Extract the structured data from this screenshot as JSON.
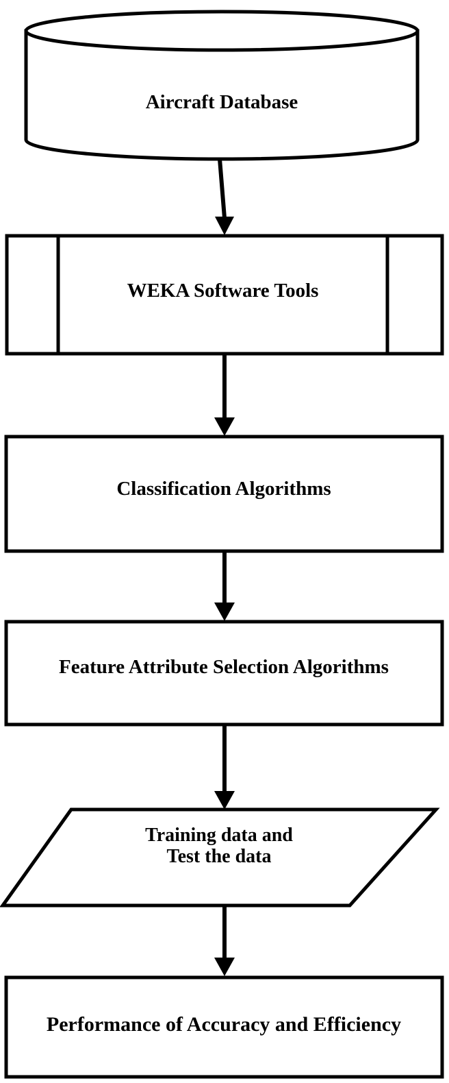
{
  "diagram": {
    "title": "Aircraft data mining workflow flowchart",
    "stroke_color": "#000000",
    "fill_color": "#ffffff",
    "text_color": "#000000",
    "nodes": [
      {
        "id": "aircraft-database",
        "shape": "cylinder",
        "label": "Aircraft Database"
      },
      {
        "id": "weka-software-tools",
        "shape": "predefined-process",
        "label": "WEKA Software Tools"
      },
      {
        "id": "classification-algorithms",
        "shape": "rectangle",
        "label": "Classification Algorithms"
      },
      {
        "id": "feature-attribute-selection-algorithms",
        "shape": "rectangle",
        "label": "Feature Attribute Selection Algorithms"
      },
      {
        "id": "training-and-test-data",
        "shape": "parallelogram",
        "label": "Training data and\nTest the data"
      },
      {
        "id": "performance-of-accuracy-and-efficiency",
        "shape": "rectangle",
        "label": "Performance of Accuracy and Efficiency"
      }
    ],
    "connectors": [
      {
        "id": "arrow-db-to-weka",
        "from": "aircraft-database",
        "to": "weka-software-tools",
        "style": "solid-arrow-down"
      },
      {
        "id": "arrow-weka-to-classification",
        "from": "weka-software-tools",
        "to": "classification-algorithms",
        "style": "solid-arrow-down"
      },
      {
        "id": "arrow-classification-to-feature",
        "from": "classification-algorithms",
        "to": "feature-attribute-selection-algorithms",
        "style": "solid-arrow-down"
      },
      {
        "id": "arrow-feature-to-training",
        "from": "feature-attribute-selection-algorithms",
        "to": "training-and-test-data",
        "style": "solid-arrow-down"
      },
      {
        "id": "arrow-training-to-performance",
        "from": "training-and-test-data",
        "to": "performance-of-accuracy-and-efficiency",
        "style": "solid-arrow-down"
      }
    ]
  }
}
